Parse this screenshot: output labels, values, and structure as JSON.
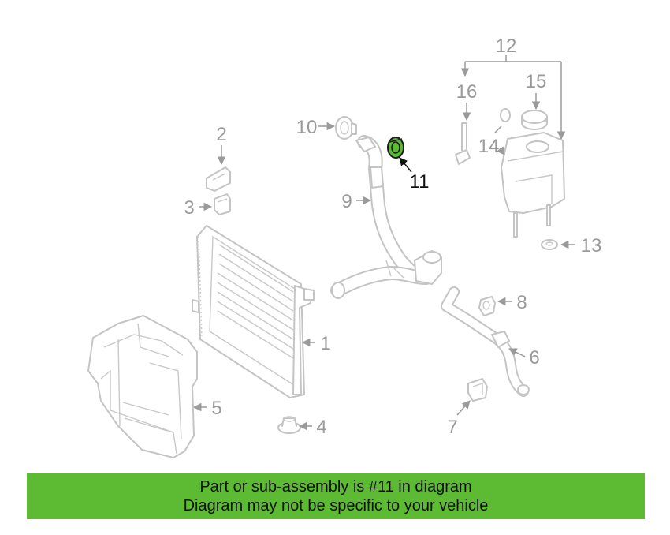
{
  "colors": {
    "banner": "#5cba33",
    "highlight": "#5cba33",
    "callout": "#9a9a9a",
    "outline": "#c4c4c4"
  },
  "diagram": {
    "labels": {
      "p1": "1",
      "p2": "2",
      "p3": "3",
      "p4": "4",
      "p5": "5",
      "p6": "6",
      "p7": "7",
      "p8": "8",
      "p9": "9",
      "p10": "10",
      "p11": "11",
      "p12": "12",
      "p13": "13",
      "p14": "14",
      "p15": "15",
      "p16": "16"
    },
    "highlighted_part": "11"
  },
  "banner": {
    "line1": "Part or sub-assembly is #11 in diagram",
    "line2": "Diagram may not be specific to your vehicle"
  }
}
